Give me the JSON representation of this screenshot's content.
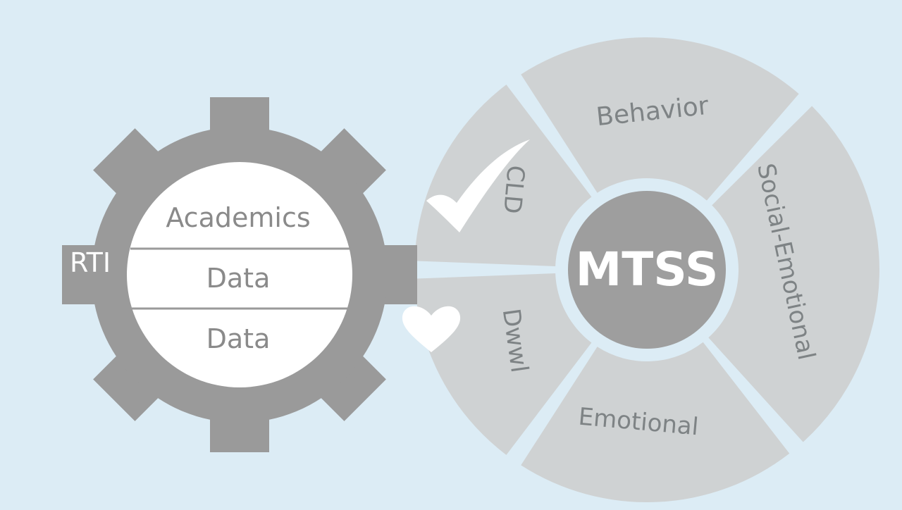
{
  "colors": {
    "background": "#dcecf5",
    "gear": "#9a9a9a",
    "gear_face": "#ffffff",
    "gear_text": "#8a8a8a",
    "segment": "#cfd2d3",
    "segment_gap": "#dcecf5",
    "hub": "#9e9e9e",
    "hub_text": "#ffffff",
    "segment_text": "#7e8385",
    "icon": "#ffffff"
  },
  "gear": {
    "label": "RTI",
    "rows": [
      "Academics",
      "Data",
      "Data"
    ]
  },
  "wheel": {
    "center_label": "MTSS",
    "segments": [
      {
        "label": "Behavior"
      },
      {
        "label": "Social-Emotional"
      },
      {
        "label": "Emotional"
      },
      {
        "label": "Dwwl"
      },
      {
        "label": "CLD"
      }
    ]
  },
  "icons": [
    "checkmark-icon",
    "heart-icon"
  ]
}
